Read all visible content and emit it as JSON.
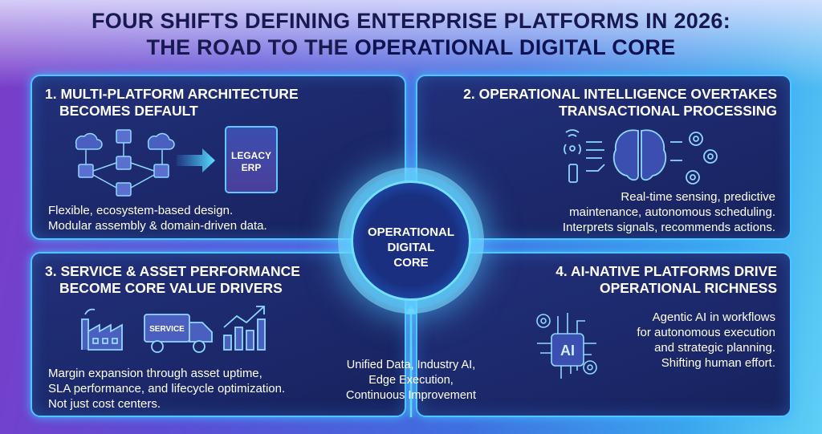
{
  "title": {
    "line1": "FOUR SHIFTS DEFINING ENTERPRISE PLATFORMS IN 2026:",
    "line2_prefix": "THE ROAD TO THE",
    "line2_bold": "OPERATIONAL DIGITAL CORE"
  },
  "core": {
    "label_line1": "OPERATIONAL",
    "label_line2": "DIGITAL",
    "label_line3": "CORE",
    "enablers_line1": "Unified Data, Industry AI,",
    "enablers_line2": "Edge Execution,",
    "enablers_line3": "Continuous Improvement"
  },
  "panels": [
    {
      "heading_line1": "1. MULTI-PLATFORM ARCHITECTURE",
      "heading_line2": "BECOMES DEFAULT",
      "legacy_line1": "LEGACY",
      "legacy_line2": "ERP",
      "text_line1": "Flexible, ecosystem-based design.",
      "text_line2": "Modular assembly & domain-driven data.",
      "icon": "modular-network-icon"
    },
    {
      "heading_line1": "2. OPERATIONAL INTELLIGENCE OVERTAKES",
      "heading_line2": "TRANSACTIONAL PROCESSING",
      "text_line1": "Real-time sensing, predictive",
      "text_line2": "maintenance, autonomous scheduling.",
      "text_line3": "Interprets signals, recommends actions.",
      "icon": "brain-icon"
    },
    {
      "heading_line1": "3. SERVICE & ASSET PERFORMANCE",
      "heading_line2": "BECOME CORE VALUE DRIVERS",
      "truck_label": "SERVICE",
      "text_line1": "Margin expansion through asset uptime,",
      "text_line2": "SLA performance, and lifecycle optimization.",
      "text_line3": "Not just cost centers.",
      "icon": "factory-truck-chart-icon"
    },
    {
      "heading_line1": "4. AI-NATIVE PLATFORMS DRIVE",
      "heading_line2": "OPERATIONAL RICHNESS",
      "chip_label": "AI",
      "text_line1": "Agentic AI in workflows",
      "text_line2": "for autonomous execution",
      "text_line3": "and strategic planning.",
      "text_line4": "Shifting human effort.",
      "icon": "ai-chip-icon"
    }
  ],
  "colors": {
    "navy": "#17194f",
    "panel": "#1c2a6e",
    "accent": "#4fc6ff"
  }
}
